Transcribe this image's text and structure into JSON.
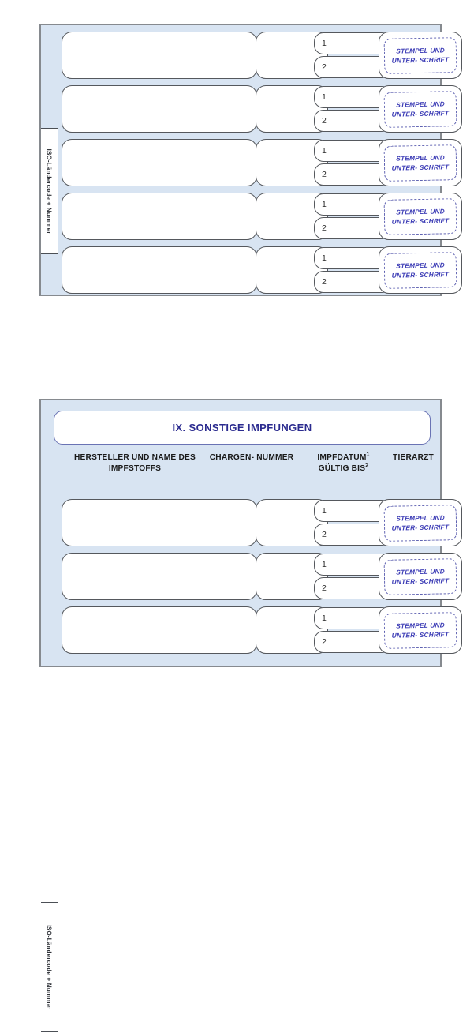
{
  "document": {
    "background_color": "#ffffff",
    "panel_background_color": "#d8e4f2",
    "panel_border_color": "#868a8f",
    "accent_blue": "#2b2b8f",
    "stamp_color": "#3b3bb5"
  },
  "side_label": {
    "text": "ISO-Ländercode + Nummer"
  },
  "panels": [
    {
      "name": "vaccination-rows",
      "has_title": false,
      "has_column_headers": false,
      "rows": [
        {
          "date_1": "1",
          "date_2": "2",
          "stamp": "STEMPEL UND UNTER- SCHRIFT"
        },
        {
          "date_1": "1",
          "date_2": "2",
          "stamp": "STEMPEL UND UNTER- SCHRIFT"
        },
        {
          "date_1": "1",
          "date_2": "2",
          "stamp": "STEMPEL UND UNTER- SCHRIFT"
        },
        {
          "date_1": "1",
          "date_2": "2",
          "stamp": "STEMPEL UND UNTER- SCHRIFT"
        },
        {
          "date_1": "1",
          "date_2": "2",
          "stamp": "STEMPEL UND UNTER- SCHRIFT"
        }
      ]
    },
    {
      "name": "other-vaccinations",
      "has_title": true,
      "has_column_headers": true,
      "title": "IX. SONSTIGE IMPFUNGEN",
      "column_headers": {
        "manufacturer": "HERSTELLER UND NAME DES IMPFSTOFFS",
        "batch": "CHARGEN- NUMMER",
        "date_line1": "IMPFDATUM",
        "date_sup1": "1",
        "date_line2": "GÜLTIG BIS",
        "date_sup2": "2",
        "vet": "TIERARZT"
      },
      "rows": [
        {
          "date_1": "1",
          "date_2": "2",
          "stamp": "STEMPEL UND UNTER- SCHRIFT"
        },
        {
          "date_1": "1",
          "date_2": "2",
          "stamp": "STEMPEL UND UNTER- SCHRIFT"
        },
        {
          "date_1": "1",
          "date_2": "2",
          "stamp": "STEMPEL UND UNTER- SCHRIFT"
        }
      ]
    }
  ]
}
